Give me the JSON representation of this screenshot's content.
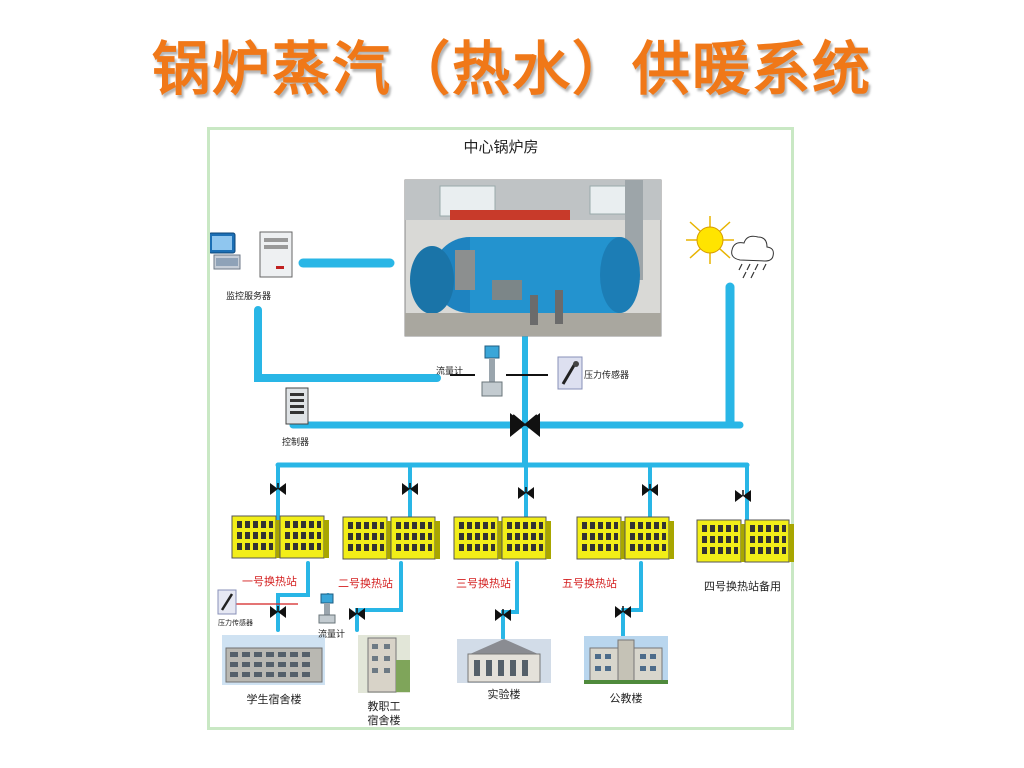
{
  "slide_title": "锅炉蒸汽（热水）供暖系统",
  "colors": {
    "title": "#f07818",
    "pipe": "#29b6e6",
    "station_label": "#d42020",
    "panel_border": "#c9e8c4",
    "building_yellow": "#f2ee18"
  },
  "diagram": {
    "boiler_room_label": "中心锅炉房",
    "monitor_server_label": "监控服务器",
    "controller_label": "控制器",
    "flow_meter_label": "流量计",
    "pressure_sensor_label": "压力传感器",
    "stations": [
      {
        "label": "一号换热站",
        "active": true
      },
      {
        "label": "二号换热站",
        "active": true
      },
      {
        "label": "三号换热站",
        "active": true
      },
      {
        "label": "五号换热站",
        "active": true
      },
      {
        "label": "四号换热站备用",
        "active": false
      }
    ],
    "small_pressure_sensor_label": "压力传感器",
    "small_flow_meter_label": "流量计",
    "buildings": {
      "student_dorm": "学生宿舍楼",
      "staff_dorm_line1": "教职工",
      "staff_dorm_line2": "宿舍楼",
      "lab_building": "实验楼",
      "teaching_building": "公教楼"
    },
    "icons": [
      "computer-monitor-icon",
      "server-tower-icon",
      "sun-icon",
      "rain-cloud-icon",
      "valve-icon",
      "flow-meter-icon",
      "pressure-sensor-icon",
      "building-icon"
    ]
  }
}
